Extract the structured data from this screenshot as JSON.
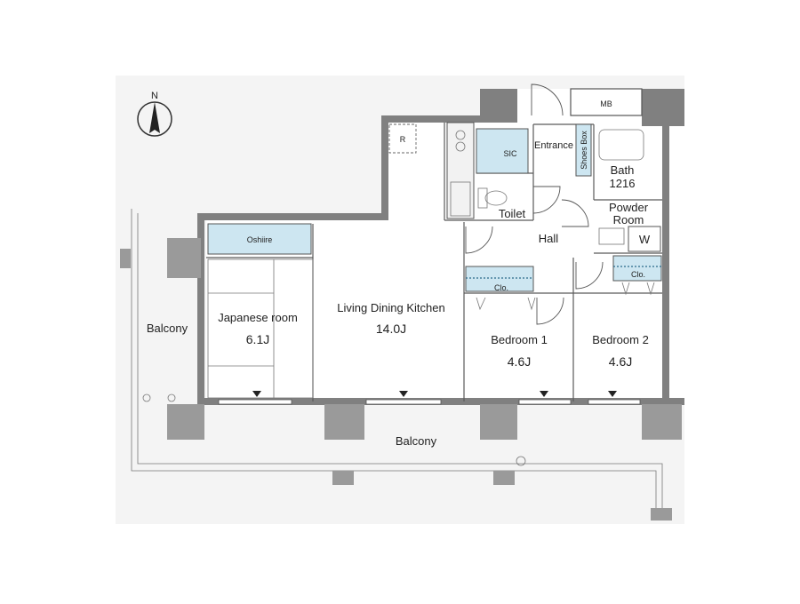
{
  "compass": {
    "label": "N"
  },
  "rooms": {
    "balcony_west": "Balcony",
    "balcony_south": "Balcony",
    "japanese_room": {
      "name": "Japanese room",
      "size": "6.1J"
    },
    "oshiire": "Oshiire",
    "ldk": {
      "name": "Living Dining Kitchen",
      "size": "14.0J"
    },
    "refrigerator": "R",
    "sic": "SIC",
    "entrance": "Entrance",
    "shoes_box": "Shoes Box",
    "mb": "MB",
    "bath": {
      "name": "Bath",
      "size": "1216"
    },
    "powder_room": {
      "name": "Powder",
      "name2": "Room"
    },
    "washer": "W",
    "toilet": "Toilet",
    "hall": "Hall",
    "bedroom1": {
      "name": "Bedroom 1",
      "size": "4.6J",
      "closet": "Clo."
    },
    "bedroom2": {
      "name": "Bedroom 2",
      "size": "4.6J",
      "closet": "Clo."
    }
  },
  "colors": {
    "wall": "#808080",
    "storage": "#cde6f1",
    "frame": "#f4f4f4"
  }
}
